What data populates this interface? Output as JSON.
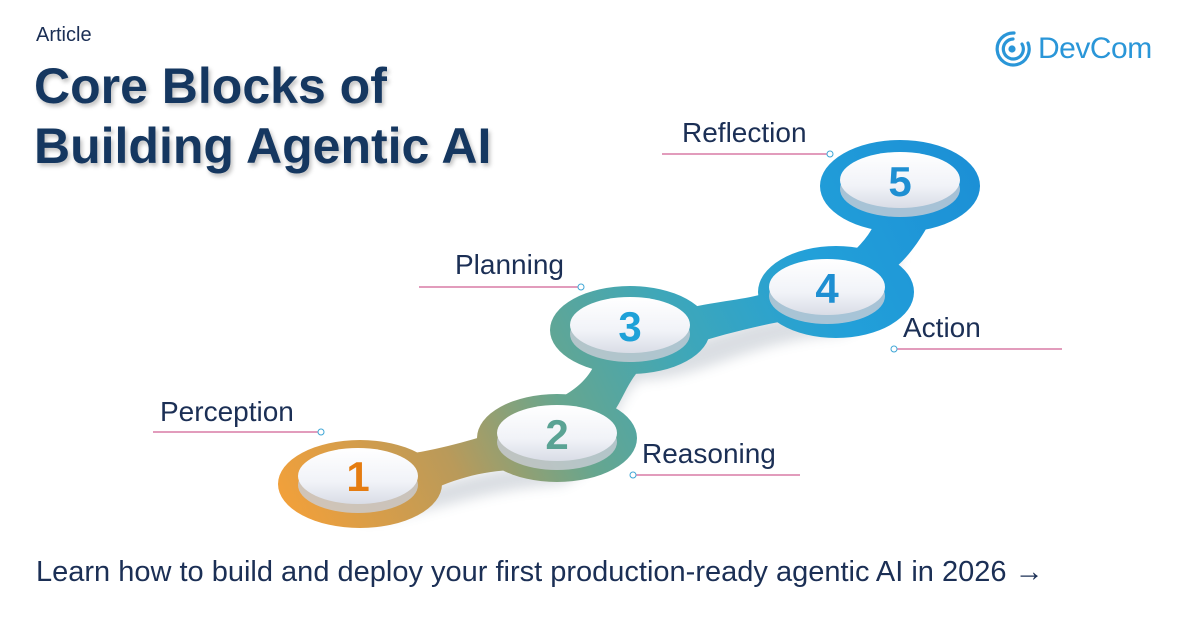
{
  "header": {
    "tag": "Article",
    "title_line1": "Core Blocks of",
    "title_line2": "Building Agentic AI"
  },
  "brand": {
    "name": "DevCom",
    "color": "#2a96d8",
    "icon": "devcom-logo-icon"
  },
  "steps": [
    {
      "number": "1",
      "label": "Perception",
      "color": "#e88a1a"
    },
    {
      "number": "2",
      "label": "Reasoning",
      "color": "#5aa394"
    },
    {
      "number": "3",
      "label": "Planning",
      "color": "#1ea1d8"
    },
    {
      "number": "4",
      "label": "Action",
      "color": "#1e8fd2"
    },
    {
      "number": "5",
      "label": "Reflection",
      "color": "#1e8fd2"
    }
  ],
  "cta": {
    "text": "Learn how to build and deploy your first production-ready agentic AI in 2026 →"
  },
  "colors": {
    "title": "#153760",
    "text": "#1b2f55",
    "label_line": "#c4387a",
    "connector": "#3fa6d6"
  }
}
